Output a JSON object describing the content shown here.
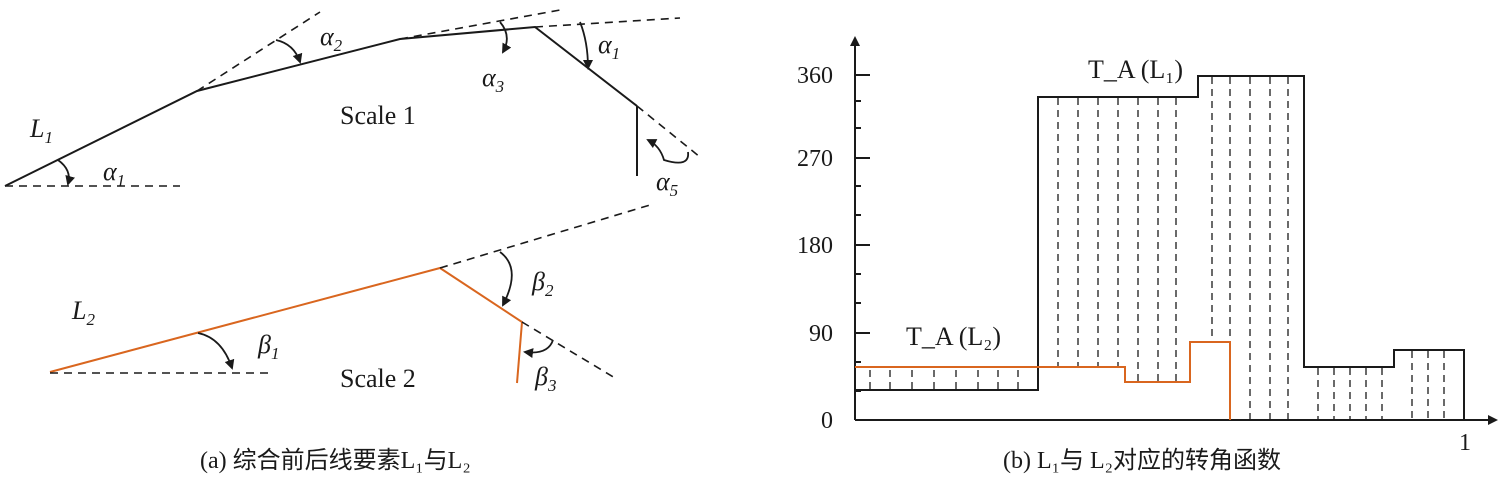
{
  "panel_a": {
    "scale1": "Scale 1",
    "scale2": "Scale 2",
    "L1": {
      "base": "L",
      "sub": "1"
    },
    "L2": {
      "base": "L",
      "sub": "2"
    },
    "alpha1": {
      "base": "α",
      "sub": "1"
    },
    "alpha2": {
      "base": "α",
      "sub": "2"
    },
    "alpha3": {
      "base": "α",
      "sub": "3"
    },
    "alpha1b": {
      "base": "α",
      "sub": "1"
    },
    "alpha5": {
      "base": "α",
      "sub": "5"
    },
    "beta1": {
      "base": "β",
      "sub": "1"
    },
    "beta2": {
      "base": "β",
      "sub": "2"
    },
    "beta3": {
      "base": "β",
      "sub": "3"
    },
    "caption": "(a) 综合前后线要素L₁与L₂"
  },
  "panel_b": {
    "yticks": [
      "0",
      "90",
      "180",
      "270",
      "360"
    ],
    "xend": "1",
    "TA_L1": "T_A (L₁)",
    "TA_L2": "T_A (L₂)",
    "caption": "(b) L₁与 L₂对应的转角函数"
  },
  "colors": {
    "line": "#1a1a1a",
    "l2": "#d9661f"
  }
}
